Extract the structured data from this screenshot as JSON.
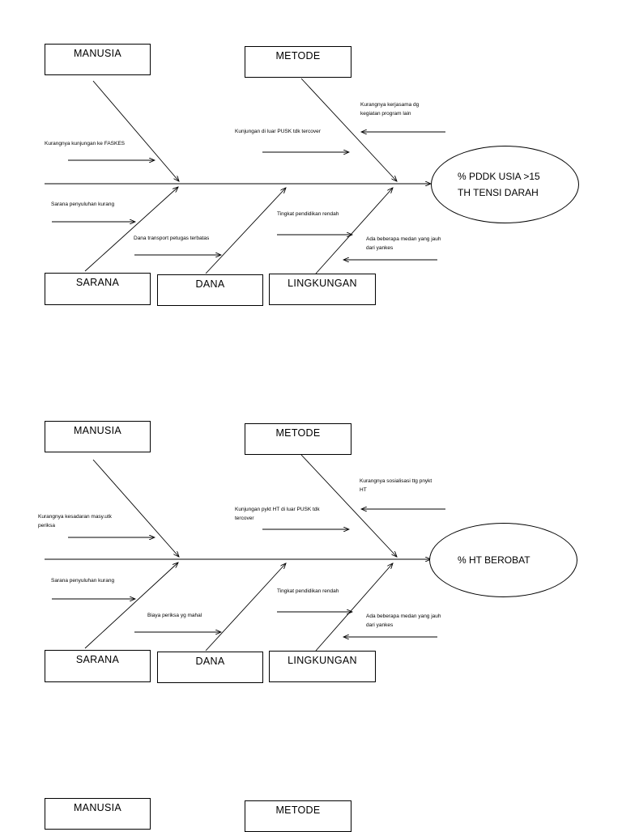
{
  "diagrams": [
    {
      "categories": {
        "manusia": "MANUSIA",
        "metode": "METODE",
        "sarana": "SARANA",
        "dana": "DANA",
        "lingkungan": "LINGKUNGAN"
      },
      "effect": [
        "% PDDK USIA >15",
        "TH TENSI DARAH"
      ],
      "causes": {
        "manusia": [
          "Kurangnya kunjungan ke FASKES"
        ],
        "metode_1": [
          "Kunjungan di luar PUSK tdk tercover"
        ],
        "metode_2": [
          "Kurangnya kerjasama dg",
          "kegiatan program lain"
        ],
        "sarana": [
          "Sarana penyuluhan kurang"
        ],
        "dana": [
          "Dana transport petugas terbatas"
        ],
        "lingkungan_1": [
          "Tingkat pendidikan rendah"
        ],
        "lingkungan_2": [
          "Ada beberapa medan yang jauh",
          "dari yankes"
        ]
      }
    },
    {
      "categories": {
        "manusia": "MANUSIA",
        "metode": "METODE",
        "sarana": "SARANA",
        "dana": "DANA",
        "lingkungan": "LINGKUNGAN"
      },
      "effect": [
        "% HT BEROBAT"
      ],
      "causes": {
        "manusia": [
          "Kurangnya kesadaran masy.utk",
          "periksa"
        ],
        "metode_1": [
          "Kunjungan pykt HT di luar PUSK tdk",
          "tercover"
        ],
        "metode_2": [
          "Kurangnya sosialisasi ttg pnykt",
          "HT"
        ],
        "sarana": [
          "Sarana penyuluhan kurang"
        ],
        "dana": [
          "Biaya periksa yg mahal"
        ],
        "lingkungan_1": [
          "Tingkat pendidikan rendah"
        ],
        "lingkungan_2": [
          "Ada beberapa medan yang jauh",
          "dari yankes"
        ]
      }
    },
    {
      "categories": {
        "manusia": "MANUSIA",
        "metode": "METODE"
      }
    }
  ]
}
